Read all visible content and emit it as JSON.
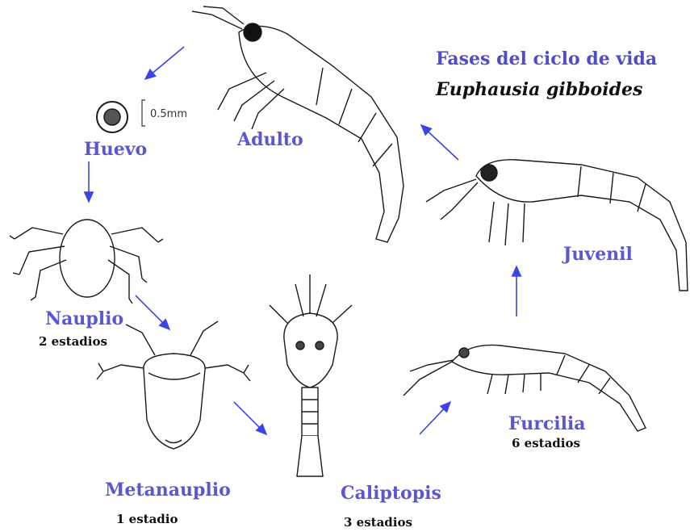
{
  "title": "Fases del ciclo de vida",
  "species": "Euphausia gibboides",
  "scale_label": "0.5mm",
  "stages": [
    {
      "name": "Huevo",
      "count": ""
    },
    {
      "name": "Nauplio",
      "count": "2 estadios"
    },
    {
      "name": "Metanauplio",
      "count": "1 estadio"
    },
    {
      "name": "Caliptopis",
      "count": "3 estadios"
    },
    {
      "name": "Furcilia",
      "count": "6 estadios"
    },
    {
      "name": "Juvenil",
      "count": ""
    },
    {
      "name": "Adulto",
      "count": ""
    }
  ],
  "colors": {
    "stage_label": "#5a57d6",
    "arrow": "#3b45e6",
    "drawing": "#1a1a1a"
  }
}
